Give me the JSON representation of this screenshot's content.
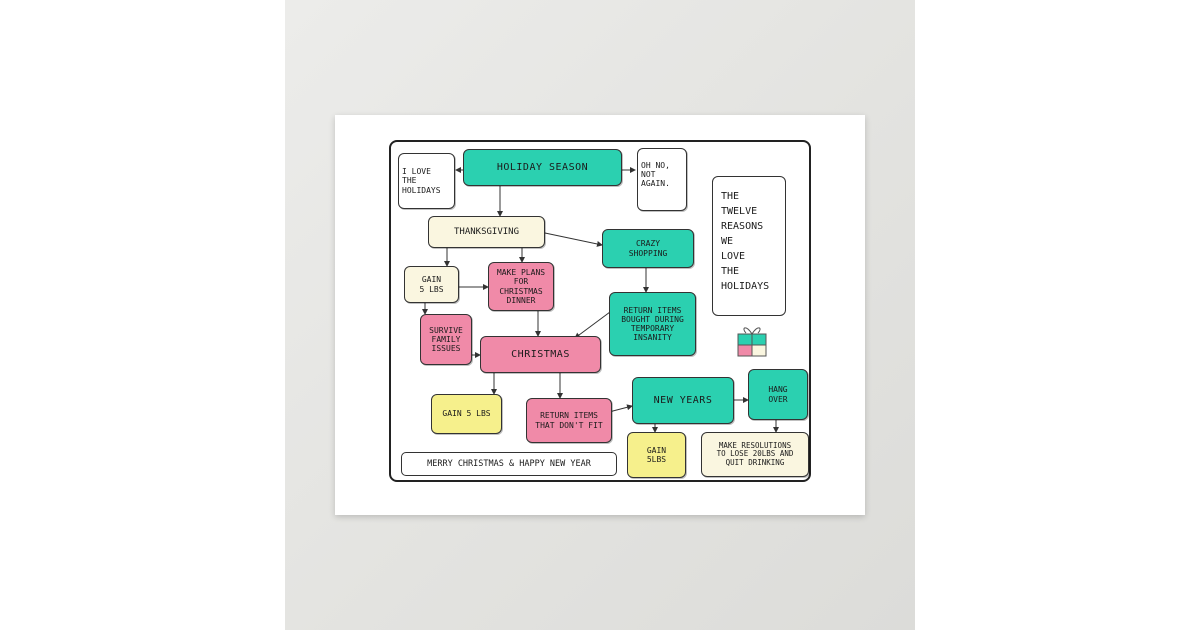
{
  "colors": {
    "teal": "#2bd0b0",
    "pink": "#f08aa8",
    "cream": "#faf6e0",
    "yellow": "#f6f08c",
    "line": "#333333"
  },
  "nodes": {
    "love": "I LOVE\nTHE\nHOLIDAYS",
    "season": "HOLIDAY SEASON",
    "ohno": "OH NO,\nNOT\nAGAIN.",
    "thanks": "THANKSGIVING",
    "crazy": "CRAZY\nSHOPPING",
    "gain1": "GAIN\n5 LBS",
    "plans": "MAKE PLANS\nFOR CHRISTMAS\nDINNER",
    "returnInsane": "RETURN ITEMS\nBOUGHT DURING\nTEMPORARY\nINSANITY",
    "survive": "SURVIVE\nFAMILY\nISSUES",
    "christmas": "CHRISTMAS",
    "gain2": "GAIN 5 LBS",
    "returnFit": "RETURN ITEMS\nTHAT DON'T FIT",
    "newyears": "NEW YEARS",
    "hangover": "HANG\nOVER",
    "gain3": "GAIN\n5LBS",
    "resolutions": "MAKE RESOLUTIONS\nTO LOSE 20LBS AND\nQUIT DRINKING"
  },
  "sidebar_title": "THE\nTWELVE\nREASONS\nWE\nLOVE\nTHE\nHOLIDAYS",
  "footer": "MERRY CHRISTMAS & HAPPY NEW YEAR",
  "icons": {
    "gift": "gift-box-icon"
  }
}
